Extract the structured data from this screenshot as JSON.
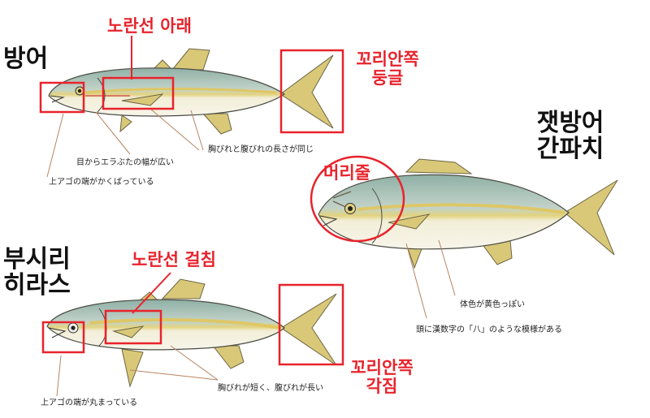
{
  "top_fish": {
    "name": "방어",
    "yellow_line_note": "노란선 아래",
    "tail_note": [
      "꼬리안쪽",
      "둥글"
    ],
    "captions": {
      "eye_gill": "目からエラぶたの幅が広い",
      "jaw": "上アゴの端がかくばっている",
      "fins": "胸びれと腹びれの長さが同じ"
    }
  },
  "right_fish": {
    "name": [
      "잿방어",
      "간파치"
    ],
    "head_note": "머리줄",
    "captions": {
      "body_color": "体色が黄色っぽい",
      "head_pattern": "頭に漢数字の「八」のような模様がある"
    }
  },
  "bottom_fish": {
    "name": [
      "부시리",
      "히라스"
    ],
    "yellow_line_note": "노란선 걸침",
    "tail_note": [
      "꼬리안쪽",
      "각짐"
    ],
    "captions": {
      "jaw": "上アゴの端が丸まっている",
      "fins": "胸びれが短く、腹びれが長い"
    }
  },
  "colors": {
    "highlight_red": "#e8232c",
    "fish_back": "#a9c1b8",
    "stripe_yellow": "#e3d37f",
    "belly": "#f6f4e6",
    "fin_yellow": "#d9c878",
    "leader_brown": "#b78560"
  }
}
